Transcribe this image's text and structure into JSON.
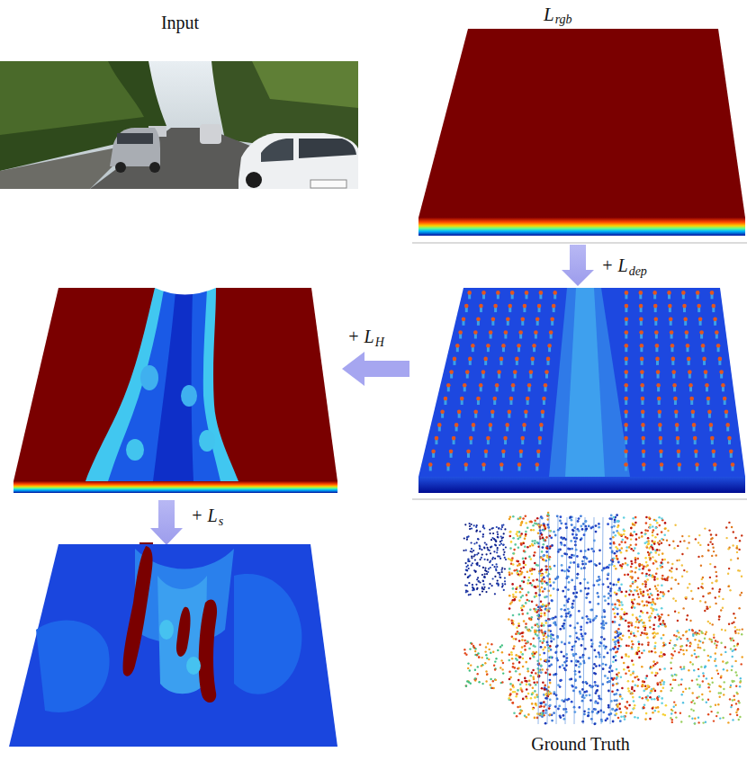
{
  "diagram": {
    "labels": [
      "Input",
      "L",
      "rgb",
      "+ L",
      "dep",
      "+ L",
      "H",
      "+ L",
      "s",
      "Ground Truth"
    ]
  }
}
